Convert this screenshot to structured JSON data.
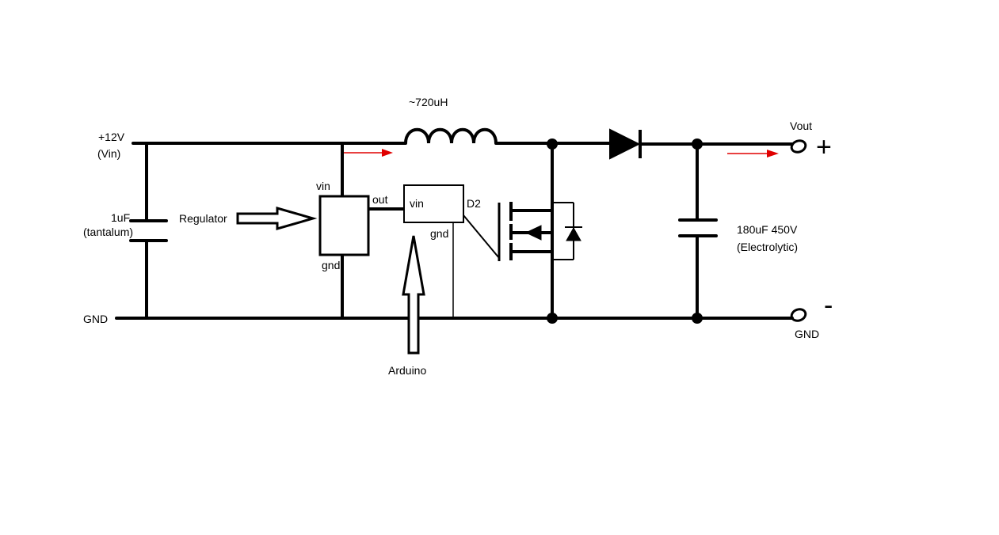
{
  "labels": {
    "vin_supply": "+12V",
    "vin_supply_sub": "(Vin)",
    "input_cap": "1uF",
    "input_cap_sub": "(tantalum)",
    "gnd_left": "GND",
    "regulator": "Regulator",
    "reg_vin": "vin",
    "reg_out": "out",
    "reg_gnd": "gnd",
    "inductor": "~720uH",
    "ard_vin": "vin",
    "ard_gnd": "gnd",
    "ard_pin": "D2",
    "arduino": "Arduino",
    "output_cap": "180uF 450V",
    "output_cap_sub": "(Electrolytic)",
    "vout": "Vout",
    "gnd_right": "GND",
    "plus_sign": "+",
    "minus_sign": "-"
  },
  "colors": {
    "wire": "#000000",
    "current_arrow": "#e00000",
    "background": "#ffffff"
  }
}
